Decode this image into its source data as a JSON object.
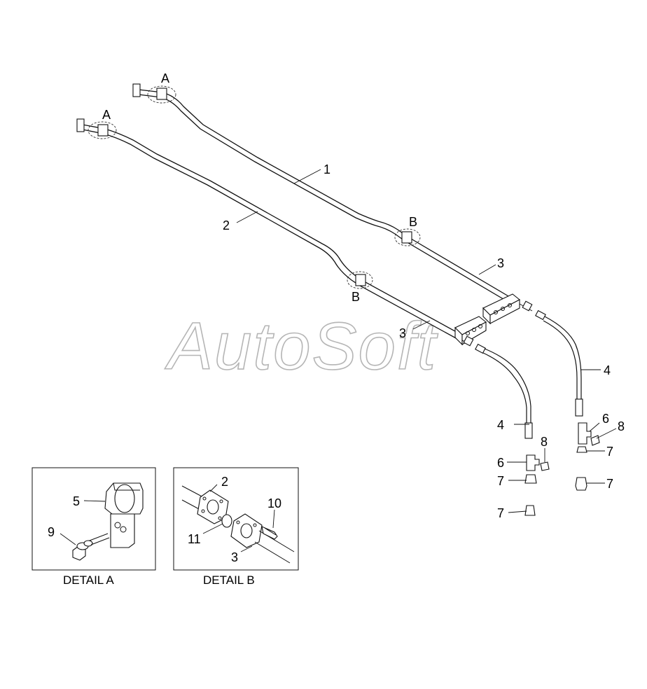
{
  "watermark": "AutoSoft",
  "callouts": {
    "a1": "A",
    "a2": "A",
    "b1": "B",
    "b2": "B",
    "n1": "1",
    "n2": "2",
    "n3a": "3",
    "n3b": "3",
    "n4a": "4",
    "n4b": "4",
    "n6a": "6",
    "n6b": "6",
    "n8a": "8",
    "n8b": "8",
    "n7a": "7",
    "n7b": "7",
    "n7c": "7",
    "n7d": "7"
  },
  "detail_a": {
    "caption": "DETAIL A",
    "labels": {
      "n5": "5",
      "n9": "9"
    }
  },
  "detail_b": {
    "caption": "DETAIL B",
    "labels": {
      "n2": "2",
      "n10": "10",
      "n11": "11",
      "n3": "3"
    }
  },
  "colors": {
    "ink": "#111111",
    "watermark": "#b5b5b5",
    "background": "#ffffff"
  }
}
